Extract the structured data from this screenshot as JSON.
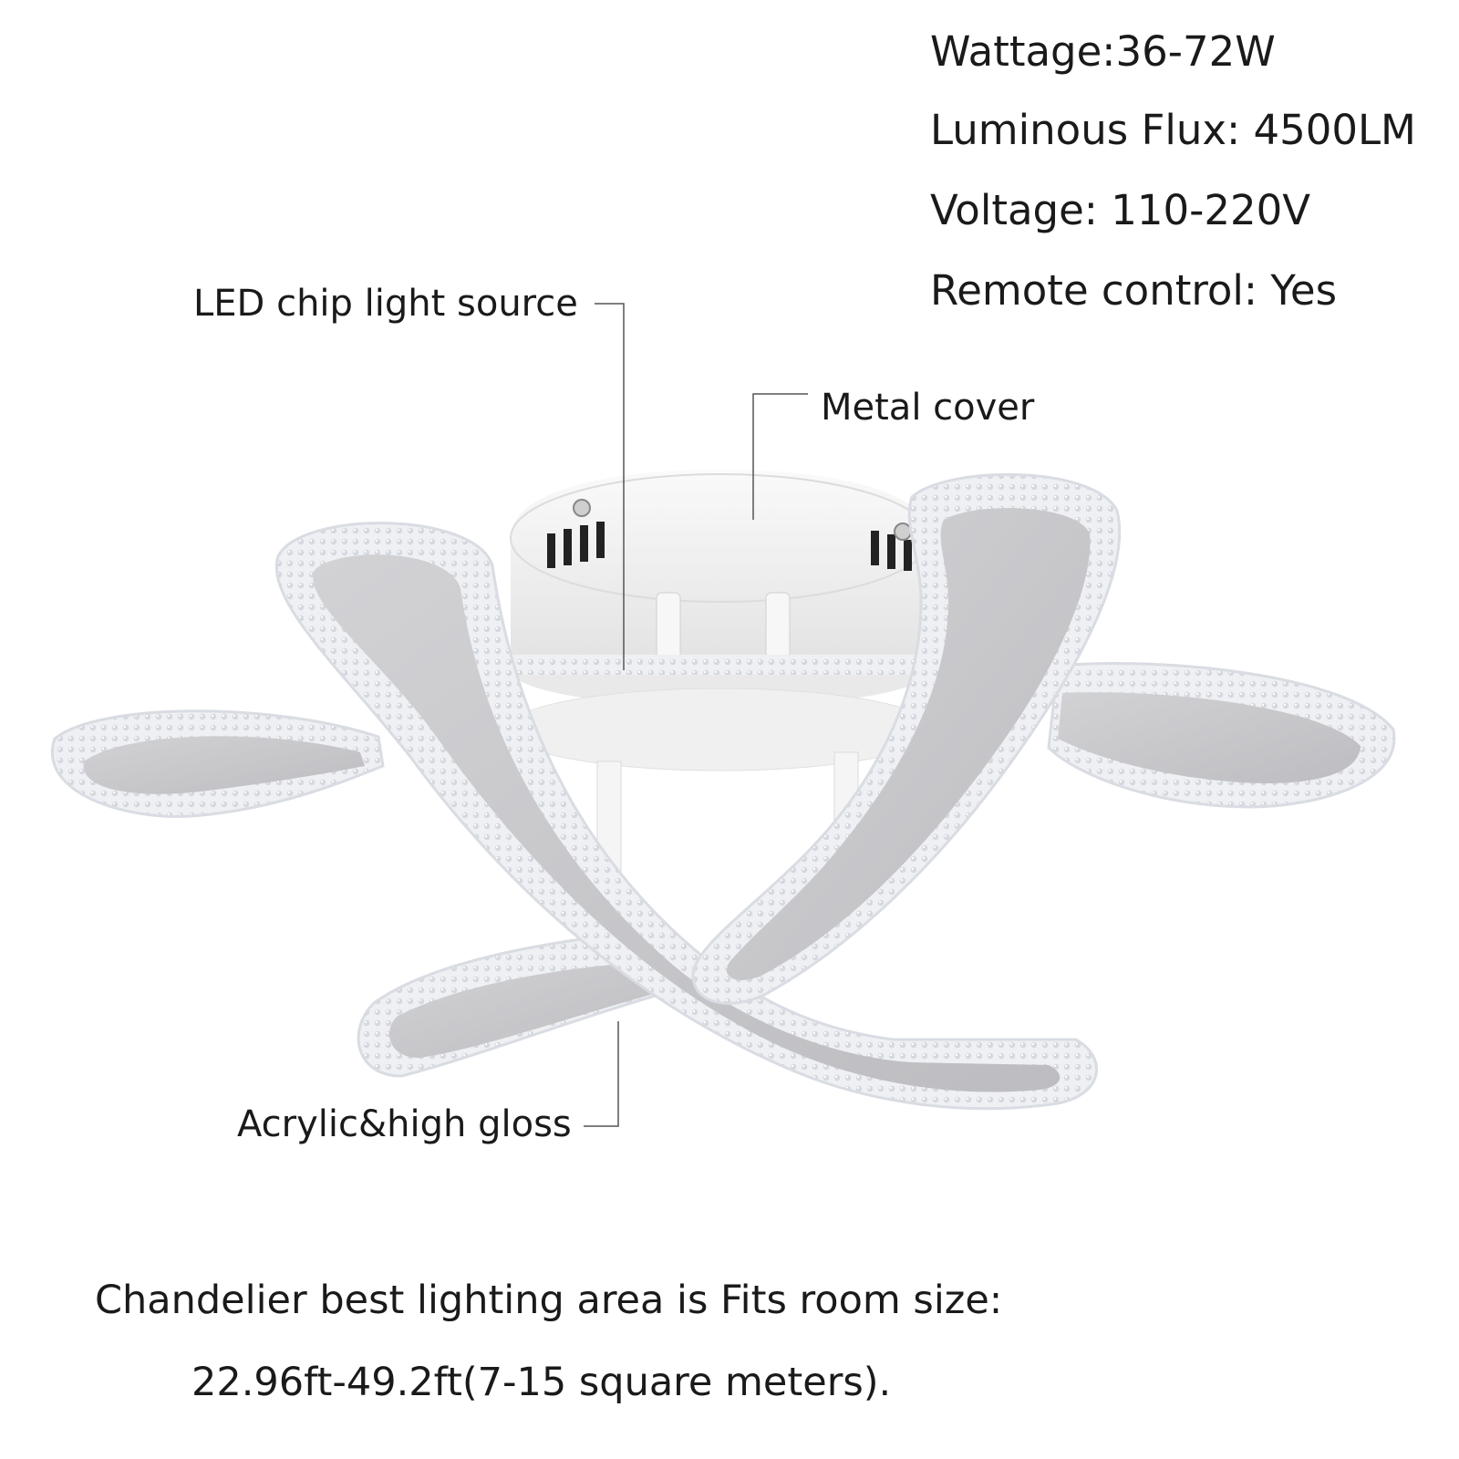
{
  "specs": {
    "wattage": "Wattage:36-72W",
    "luminous_flux": "Luminous Flux: 4500LM",
    "voltage": "Voltage: 110-220V",
    "remote": "Remote control: Yes"
  },
  "callouts": {
    "led": "LED chip light source",
    "metal": "Metal cover",
    "acrylic": "Acrylic&high gloss"
  },
  "footer": {
    "line1": "Chandelier best lighting area is Fits room size:",
    "line2": "22.96ft-49.2ft(7-15 square meters)."
  },
  "colors": {
    "arm_fill": "#c9c9cc",
    "acrylic_edge": "#e6e8ec",
    "metal_white": "#f4f4f4",
    "vent": "#222222",
    "leader_line": "#555555"
  }
}
